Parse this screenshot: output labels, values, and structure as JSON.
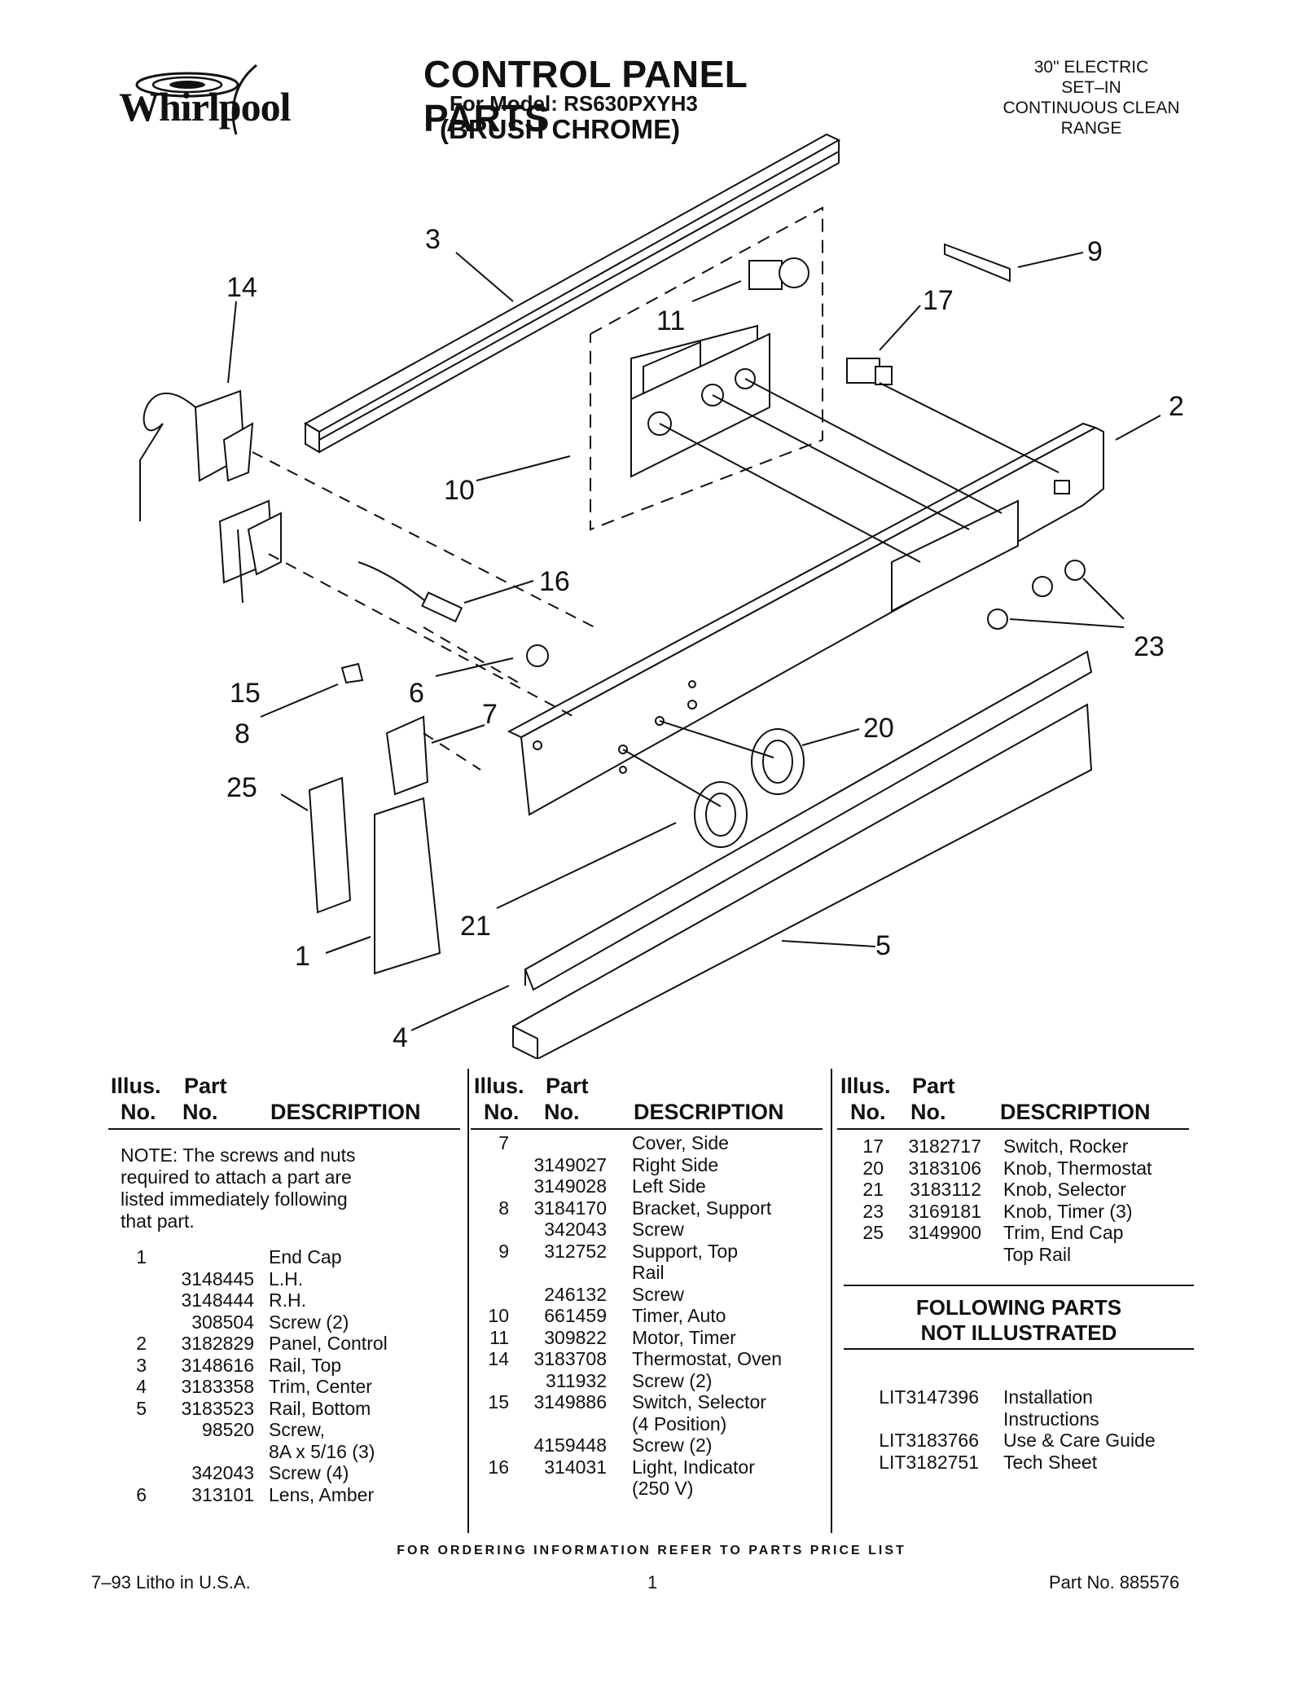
{
  "header": {
    "brand": "Whirlpool",
    "title": "CONTROL PANEL PARTS",
    "model": "For Model: RS630PXYH3",
    "finish": "(BRUSH CHROME)",
    "spec_lines": [
      "30\" ELECTRIC",
      "SET–IN",
      "CONTINUOUS CLEAN",
      "RANGE"
    ]
  },
  "callouts": [
    "3",
    "14",
    "11",
    "9",
    "17",
    "2",
    "10",
    "16",
    "23",
    "15",
    "6",
    "8",
    "7",
    "20",
    "25",
    "21",
    "1",
    "5",
    "4"
  ],
  "table": {
    "headers": {
      "illus": "Illus.",
      "no": "No.",
      "part": "Part",
      "partno": "No.",
      "desc": "DESCRIPTION"
    },
    "note": [
      "NOTE: The screws and nuts",
      "required to attach a part are",
      "listed immediately following",
      "that part."
    ],
    "col1": [
      {
        "illus": "1",
        "part": "",
        "desc": "End Cap"
      },
      {
        "illus": "",
        "part": "3148445",
        "desc": "L.H."
      },
      {
        "illus": "",
        "part": "3148444",
        "desc": "R.H."
      },
      {
        "illus": "",
        "part": "308504",
        "desc": "Screw (2)"
      },
      {
        "illus": "2",
        "part": "3182829",
        "desc": "Panel, Control"
      },
      {
        "illus": "3",
        "part": "3148616",
        "desc": "Rail, Top"
      },
      {
        "illus": "4",
        "part": "3183358",
        "desc": "Trim, Center"
      },
      {
        "illus": "5",
        "part": "3183523",
        "desc": "Rail, Bottom"
      },
      {
        "illus": "",
        "part": "98520",
        "desc": "Screw,"
      },
      {
        "illus": "",
        "part": "",
        "desc": "8A x 5/16 (3)"
      },
      {
        "illus": "",
        "part": "342043",
        "desc": "Screw (4)"
      },
      {
        "illus": "6",
        "part": "313101",
        "desc": "Lens, Amber"
      }
    ],
    "col2": [
      {
        "illus": "7",
        "part": "",
        "desc": "Cover, Side"
      },
      {
        "illus": "",
        "part": "3149027",
        "desc": "Right Side"
      },
      {
        "illus": "",
        "part": "3149028",
        "desc": "Left Side"
      },
      {
        "illus": "8",
        "part": "3184170",
        "desc": "Bracket, Support"
      },
      {
        "illus": "",
        "part": "342043",
        "desc": "Screw"
      },
      {
        "illus": "9",
        "part": "312752",
        "desc": "Support, Top"
      },
      {
        "illus": "",
        "part": "",
        "desc": "Rail"
      },
      {
        "illus": "",
        "part": "246132",
        "desc": "Screw"
      },
      {
        "illus": "10",
        "part": "661459",
        "desc": "Timer, Auto"
      },
      {
        "illus": "11",
        "part": "309822",
        "desc": "Motor, Timer"
      },
      {
        "illus": "14",
        "part": "3183708",
        "desc": "Thermostat, Oven"
      },
      {
        "illus": "",
        "part": "311932",
        "desc": "Screw (2)"
      },
      {
        "illus": "15",
        "part": "3149886",
        "desc": "Switch, Selector"
      },
      {
        "illus": "",
        "part": "",
        "desc": "(4 Position)"
      },
      {
        "illus": "",
        "part": "4159448",
        "desc": "Screw (2)"
      },
      {
        "illus": "16",
        "part": "314031",
        "desc": "Light, Indicator"
      },
      {
        "illus": "",
        "part": "",
        "desc": "(250 V)"
      }
    ],
    "col3": [
      {
        "illus": "17",
        "part": "3182717",
        "desc": "Switch, Rocker"
      },
      {
        "illus": "20",
        "part": "3183106",
        "desc": "Knob, Thermostat"
      },
      {
        "illus": "21",
        "part": "3183112",
        "desc": "Knob, Selector"
      },
      {
        "illus": "23",
        "part": "3169181",
        "desc": "Knob, Timer (3)"
      },
      {
        "illus": "25",
        "part": "3149900",
        "desc": "Trim, End Cap"
      },
      {
        "illus": "",
        "part": "",
        "desc": "Top Rail"
      }
    ],
    "not_illustrated_title": [
      "FOLLOWING PARTS",
      "NOT ILLUSTRATED"
    ],
    "not_illustrated": [
      {
        "part": "LIT3147396",
        "desc": "Installation"
      },
      {
        "part": "",
        "desc": "Instructions"
      },
      {
        "part": "LIT3183766",
        "desc": "Use & Care Guide"
      },
      {
        "part": "LIT3182751",
        "desc": "Tech Sheet"
      }
    ]
  },
  "footer": {
    "ordering": "FOR ORDERING INFORMATION REFER TO PARTS PRICE LIST",
    "litho": "7–93 Litho in U.S.A.",
    "page": "1",
    "partno": "Part No. 885576"
  }
}
